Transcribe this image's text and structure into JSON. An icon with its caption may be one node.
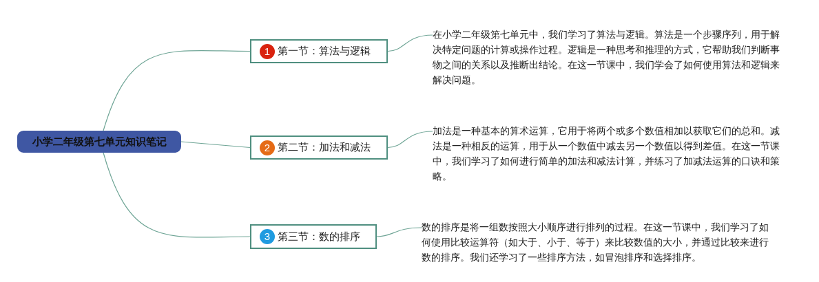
{
  "diagram": {
    "nodes": [
      {
        "text": [
          "小学二年级第七单元知识笔记"
        ]
      },
      {
        "text": [
          "1",
          "第一节：算法与逻辑"
        ]
      },
      {
        "text": [
          "2",
          "第二节：加法和减法"
        ]
      },
      {
        "text": [
          "3",
          "第三节：数的排序"
        ]
      },
      {
        "text": [
          "在小学二年级第七单元中，我们学习了算法与逻辑。算法是一个步骤序列，用于解决特定问题的计算或操作过程。逻辑是一种思考和推理的方式，它帮助我们判断事物之间的关系以及推断出结论。在这一节课中，我们学会了如何使用算法和逻辑来解决问题。"
        ]
      },
      {
        "text": [
          "加法是一种基本的算术运算，它用于将两个或多个数值相加以获取它们的总和。减法是一种相反的运算，用于从一个数值中减去另一个数值以得到差值。在这一节课中，我们学习了如何进行简单的加法和减法计算，并练习了加减法运算的口诀和策略。"
        ]
      },
      {
        "text": [
          "数的排序是将一组数按照大小顺序进行排列的过程。在这一节课中，我们学习了如何使用比较运算符（如大于、小于、等于）来比较数值的大小，并通过比较来进行数的排序。我们还学习了一些排序方法，如冒泡排序和选择排序。"
        ]
      }
    ],
    "edges": [
      {
        "from": 0,
        "to": 1,
        "arrow": "none"
      },
      {
        "from": 0,
        "to": 2,
        "arrow": "none"
      },
      {
        "from": 0,
        "to": 3,
        "arrow": "none"
      },
      {
        "from": 1,
        "to": 4,
        "arrow": "none"
      },
      {
        "from": 2,
        "to": 5,
        "arrow": "none"
      },
      {
        "from": 3,
        "to": 6,
        "arrow": "none"
      }
    ]
  }
}
